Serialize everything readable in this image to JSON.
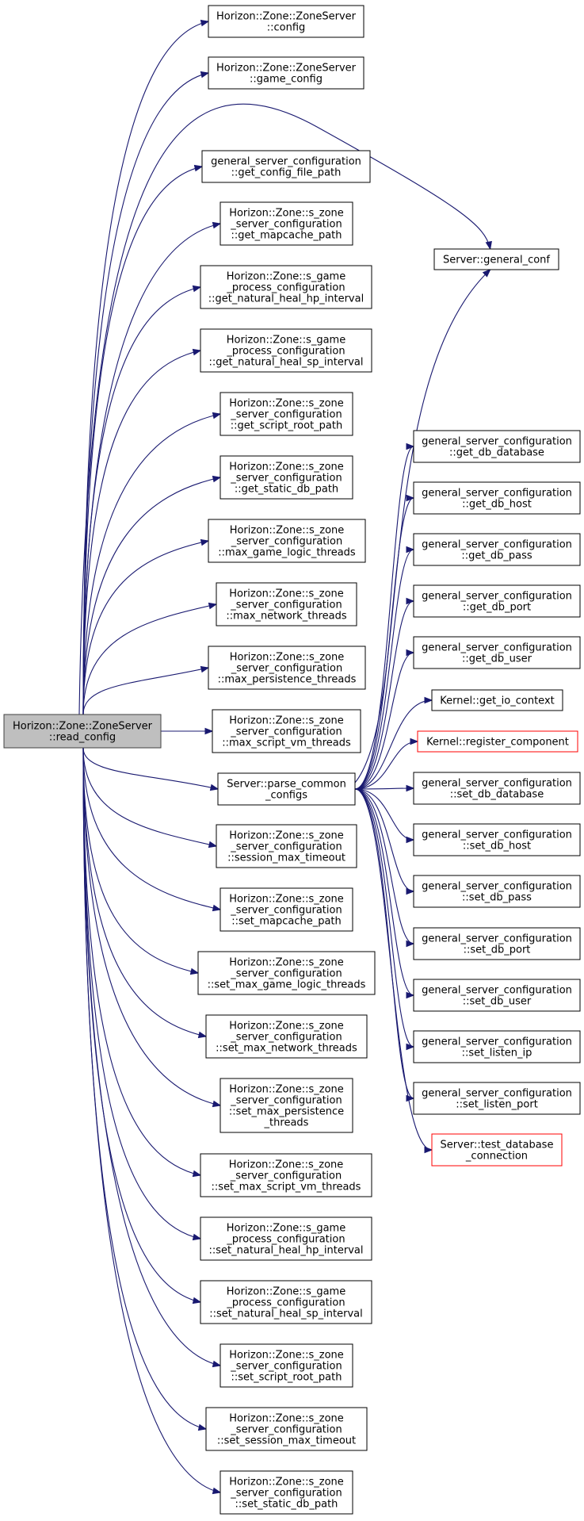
{
  "diagram": {
    "root": {
      "id": "root",
      "lines": [
        "Horizon::Zone::ZoneServer",
        "::read_config"
      ]
    },
    "nodes": [
      {
        "id": "n_config",
        "lines": [
          "Horizon::Zone::ZoneServer",
          "::config"
        ]
      },
      {
        "id": "n_game_config",
        "lines": [
          "Horizon::Zone::ZoneServer",
          "::game_config"
        ]
      },
      {
        "id": "n_get_config_file_path",
        "lines": [
          "general_server_configuration",
          "::get_config_file_path"
        ]
      },
      {
        "id": "n_get_mapcache_path",
        "lines": [
          "Horizon::Zone::s_zone",
          "_server_configuration",
          "::get_mapcache_path"
        ]
      },
      {
        "id": "n_get_natural_heal_hp",
        "lines": [
          "Horizon::Zone::s_game",
          "_process_configuration",
          "::get_natural_heal_hp_interval"
        ]
      },
      {
        "id": "n_get_natural_heal_sp",
        "lines": [
          "Horizon::Zone::s_game",
          "_process_configuration",
          "::get_natural_heal_sp_interval"
        ]
      },
      {
        "id": "n_get_script_root_path",
        "lines": [
          "Horizon::Zone::s_zone",
          "_server_configuration",
          "::get_script_root_path"
        ]
      },
      {
        "id": "n_get_static_db_path",
        "lines": [
          "Horizon::Zone::s_zone",
          "_server_configuration",
          "::get_static_db_path"
        ]
      },
      {
        "id": "n_max_game_logic",
        "lines": [
          "Horizon::Zone::s_zone",
          "_server_configuration",
          "::max_game_logic_threads"
        ]
      },
      {
        "id": "n_max_network",
        "lines": [
          "Horizon::Zone::s_zone",
          "_server_configuration",
          "::max_network_threads"
        ]
      },
      {
        "id": "n_max_persistence",
        "lines": [
          "Horizon::Zone::s_zone",
          "_server_configuration",
          "::max_persistence_threads"
        ]
      },
      {
        "id": "n_max_script_vm",
        "lines": [
          "Horizon::Zone::s_zone",
          "_server_configuration",
          "::max_script_vm_threads"
        ]
      },
      {
        "id": "n_parse_common",
        "lines": [
          "Server::parse_common",
          "_configs"
        ]
      },
      {
        "id": "n_session_max_timeout",
        "lines": [
          "Horizon::Zone::s_zone",
          "_server_configuration",
          "::session_max_timeout"
        ]
      },
      {
        "id": "n_set_mapcache_path",
        "lines": [
          "Horizon::Zone::s_zone",
          "_server_configuration",
          "::set_mapcache_path"
        ]
      },
      {
        "id": "n_set_max_game_logic",
        "lines": [
          "Horizon::Zone::s_zone",
          "_server_configuration",
          "::set_max_game_logic_threads"
        ]
      },
      {
        "id": "n_set_max_network",
        "lines": [
          "Horizon::Zone::s_zone",
          "_server_configuration",
          "::set_max_network_threads"
        ]
      },
      {
        "id": "n_set_max_persistence",
        "lines": [
          "Horizon::Zone::s_zone",
          "_server_configuration",
          "::set_max_persistence",
          "_threads"
        ]
      },
      {
        "id": "n_set_max_script_vm",
        "lines": [
          "Horizon::Zone::s_zone",
          "_server_configuration",
          "::set_max_script_vm_threads"
        ]
      },
      {
        "id": "n_set_natural_heal_hp",
        "lines": [
          "Horizon::Zone::s_game",
          "_process_configuration",
          "::set_natural_heal_hp_interval"
        ]
      },
      {
        "id": "n_set_natural_heal_sp",
        "lines": [
          "Horizon::Zone::s_game",
          "_process_configuration",
          "::set_natural_heal_sp_interval"
        ]
      },
      {
        "id": "n_set_script_root_path",
        "lines": [
          "Horizon::Zone::s_zone",
          "_server_configuration",
          "::set_script_root_path"
        ]
      },
      {
        "id": "n_set_session_max_timeout",
        "lines": [
          "Horizon::Zone::s_zone",
          "_server_configuration",
          "::set_session_max_timeout"
        ]
      },
      {
        "id": "n_set_static_db_path",
        "lines": [
          "Horizon::Zone::s_zone",
          "_server_configuration",
          "::set_static_db_path"
        ]
      },
      {
        "id": "n_general_conf",
        "lines": [
          "Server::general_conf"
        ]
      },
      {
        "id": "n_get_db_database",
        "lines": [
          "general_server_configuration",
          "::get_db_database"
        ]
      },
      {
        "id": "n_get_db_host",
        "lines": [
          "general_server_configuration",
          "::get_db_host"
        ]
      },
      {
        "id": "n_get_db_pass",
        "lines": [
          "general_server_configuration",
          "::get_db_pass"
        ]
      },
      {
        "id": "n_get_db_port",
        "lines": [
          "general_server_configuration",
          "::get_db_port"
        ]
      },
      {
        "id": "n_get_db_user",
        "lines": [
          "general_server_configuration",
          "::get_db_user"
        ]
      },
      {
        "id": "n_get_io_context",
        "lines": [
          "Kernel::get_io_context"
        ]
      },
      {
        "id": "n_register_component",
        "lines": [
          "Kernel::register_component"
        ],
        "color": "#ff0000"
      },
      {
        "id": "n_set_db_database",
        "lines": [
          "general_server_configuration",
          "::set_db_database"
        ]
      },
      {
        "id": "n_set_db_host",
        "lines": [
          "general_server_configuration",
          "::set_db_host"
        ]
      },
      {
        "id": "n_set_db_pass",
        "lines": [
          "general_server_configuration",
          "::set_db_pass"
        ]
      },
      {
        "id": "n_set_db_port",
        "lines": [
          "general_server_configuration",
          "::set_db_port"
        ]
      },
      {
        "id": "n_set_db_user",
        "lines": [
          "general_server_configuration",
          "::set_db_user"
        ]
      },
      {
        "id": "n_set_listen_ip",
        "lines": [
          "general_server_configuration",
          "::set_listen_ip"
        ]
      },
      {
        "id": "n_set_listen_port",
        "lines": [
          "general_server_configuration",
          "::set_listen_port"
        ]
      },
      {
        "id": "n_test_database",
        "lines": [
          "Server::test_database",
          "_connection"
        ],
        "color": "#ff0000"
      }
    ],
    "edges": [
      [
        "root",
        "n_config"
      ],
      [
        "root",
        "n_game_config"
      ],
      [
        "root",
        "n_general_conf"
      ],
      [
        "root",
        "n_get_config_file_path"
      ],
      [
        "root",
        "n_get_mapcache_path"
      ],
      [
        "root",
        "n_get_natural_heal_hp"
      ],
      [
        "root",
        "n_get_natural_heal_sp"
      ],
      [
        "root",
        "n_get_script_root_path"
      ],
      [
        "root",
        "n_get_static_db_path"
      ],
      [
        "root",
        "n_max_game_logic"
      ],
      [
        "root",
        "n_max_network"
      ],
      [
        "root",
        "n_max_persistence"
      ],
      [
        "root",
        "n_max_script_vm"
      ],
      [
        "root",
        "n_parse_common"
      ],
      [
        "root",
        "n_session_max_timeout"
      ],
      [
        "root",
        "n_set_mapcache_path"
      ],
      [
        "root",
        "n_set_max_game_logic"
      ],
      [
        "root",
        "n_set_max_network"
      ],
      [
        "root",
        "n_set_max_persistence"
      ],
      [
        "root",
        "n_set_max_script_vm"
      ],
      [
        "root",
        "n_set_natural_heal_hp"
      ],
      [
        "root",
        "n_set_natural_heal_sp"
      ],
      [
        "root",
        "n_set_script_root_path"
      ],
      [
        "root",
        "n_set_session_max_timeout"
      ],
      [
        "root",
        "n_set_static_db_path"
      ],
      [
        "n_parse_common",
        "n_general_conf"
      ],
      [
        "n_parse_common",
        "n_get_db_database"
      ],
      [
        "n_parse_common",
        "n_get_db_host"
      ],
      [
        "n_parse_common",
        "n_get_db_pass"
      ],
      [
        "n_parse_common",
        "n_get_db_port"
      ],
      [
        "n_parse_common",
        "n_get_db_user"
      ],
      [
        "n_parse_common",
        "n_get_io_context"
      ],
      [
        "n_parse_common",
        "n_register_component"
      ],
      [
        "n_parse_common",
        "n_set_db_database"
      ],
      [
        "n_parse_common",
        "n_set_db_host"
      ],
      [
        "n_parse_common",
        "n_set_db_pass"
      ],
      [
        "n_parse_common",
        "n_set_db_port"
      ],
      [
        "n_parse_common",
        "n_set_db_user"
      ],
      [
        "n_parse_common",
        "n_set_listen_ip"
      ],
      [
        "n_parse_common",
        "n_set_listen_port"
      ],
      [
        "n_parse_common",
        "n_test_database"
      ]
    ]
  }
}
